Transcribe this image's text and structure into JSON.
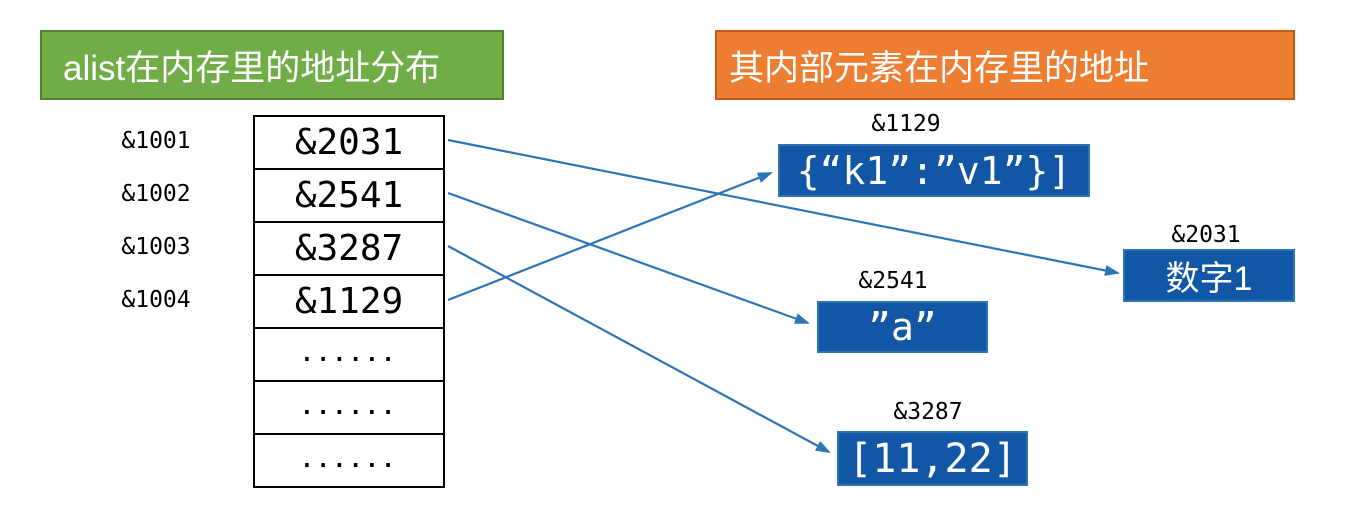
{
  "left_panel": {
    "title": "alist在内存里的地址分布",
    "rows": [
      {
        "address": "&1001",
        "value": "&2031"
      },
      {
        "address": "&1002",
        "value": "&2541"
      },
      {
        "address": "&1003",
        "value": "&3287"
      },
      {
        "address": "&1004",
        "value": "&1129"
      }
    ],
    "ellipsis_rows": [
      "......",
      "......",
      "......"
    ]
  },
  "right_panel": {
    "title": "其内部元素在内存里的地址",
    "elements": [
      {
        "address": "&1129",
        "value": "{“k1”:”v1”}]"
      },
      {
        "address": "&2031",
        "value": "数字1"
      },
      {
        "address": "&2541",
        "value": "”a”"
      },
      {
        "address": "&3287",
        "value": "[11,22]"
      }
    ]
  },
  "arrows": [
    {
      "from_slot": "&1001",
      "pointer": "&2031",
      "to_element": "数字1"
    },
    {
      "from_slot": "&1002",
      "pointer": "&2541",
      "to_element": "”a”"
    },
    {
      "from_slot": "&1003",
      "pointer": "&3287",
      "to_element": "[11,22]"
    },
    {
      "from_slot": "&1004",
      "pointer": "&1129",
      "to_element": "{“k1”:”v1”}]"
    }
  ],
  "colors": {
    "green_banner": "#70AD47",
    "green_border": "#548235",
    "orange_banner": "#ED7D31",
    "orange_border": "#C55A11",
    "element_box_fill": "#1257A5",
    "element_box_border": "#2E75B6",
    "arrow": "#2E75B6"
  }
}
